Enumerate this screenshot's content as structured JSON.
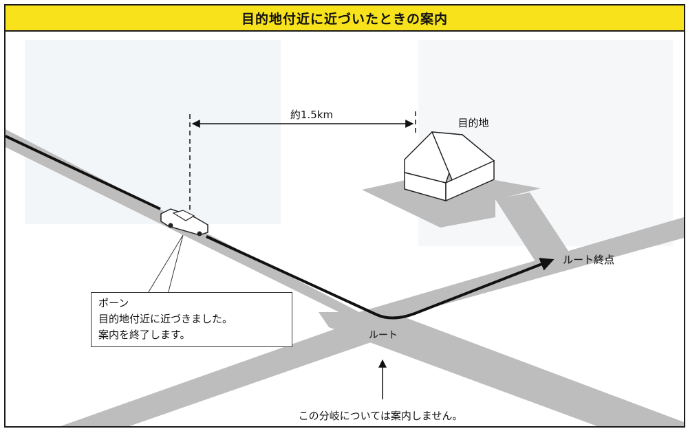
{
  "title": "目的地付近に近づいたときの案内",
  "labels": {
    "distance": "約1.5km",
    "destination": "目的地",
    "route_end": "ルート終点",
    "route": "ルート",
    "branch_note": "この分岐については案内しません。"
  },
  "callout": {
    "line1": "ポーン",
    "line2": "目的地付近に近づきました。",
    "line3": "案内を終了します。"
  },
  "colors": {
    "title_bar": "#f7e21c",
    "road": "#bdbdbd",
    "route_line": "#111111",
    "background_panel": "#eef2f7"
  }
}
